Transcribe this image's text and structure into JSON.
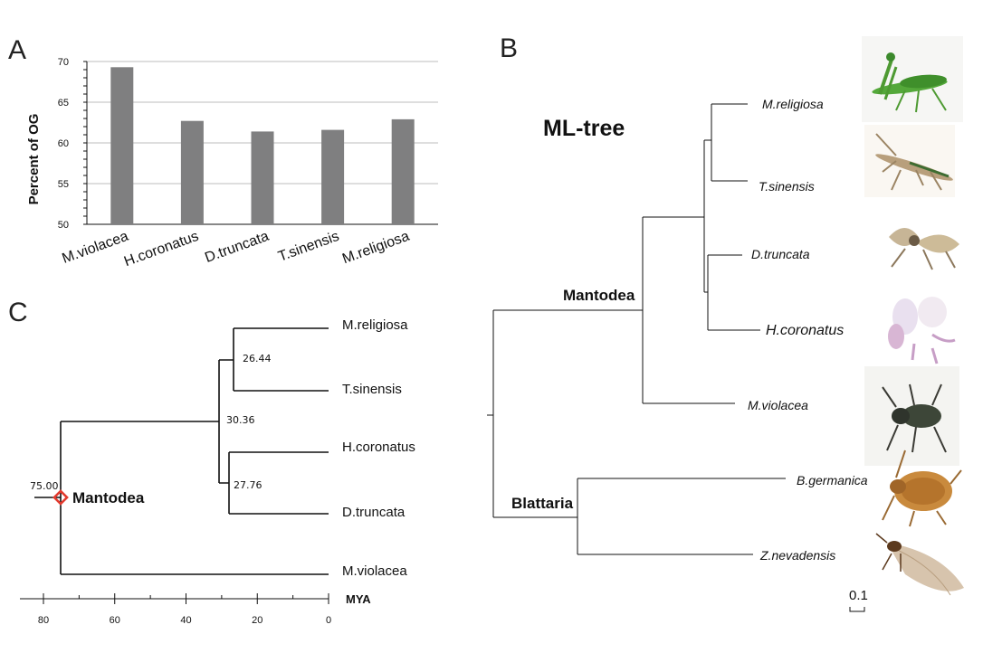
{
  "panels": {
    "a": "A",
    "b": "B",
    "c": "C"
  },
  "chart_data": [
    {
      "type": "bar",
      "panel": "A",
      "categories": [
        "M.violacea",
        "H.coronatus",
        "D.truncata",
        "T.sinensis",
        "M.religiosa"
      ],
      "values": [
        69.3,
        62.7,
        61.4,
        61.6,
        62.9
      ],
      "ylabel": "Percent of OG",
      "ylim": [
        50,
        70
      ],
      "yticks": [
        50,
        55,
        60,
        65,
        70
      ],
      "grid": true,
      "bar_color": "#7f7f80"
    },
    {
      "type": "tree",
      "panel": "C",
      "leaves": [
        "M.religiosa",
        "T.sinensis",
        "H.coronatus",
        "D.truncata",
        "M.violacea"
      ],
      "node_ages": {
        "root": "75.00",
        "core": "30.36",
        "religiosa_sinensis": "26.44",
        "coronatus_truncata": "27.76"
      },
      "clade_label": "Mantodea",
      "calibration_color": "#e23a2e",
      "axis_label": "MYA",
      "axis_ticks": [
        "80",
        "60",
        "40",
        "20",
        "0"
      ]
    },
    {
      "type": "tree",
      "panel": "B",
      "title": "ML-tree",
      "leaves": [
        "M.religiosa",
        "T.sinensis",
        "D.truncata",
        "H.coronatus",
        "M.violacea",
        "B.germanica",
        "Z.nevadensis"
      ],
      "clades": [
        "Mantodea",
        "Blattaria"
      ],
      "scale_label": "0.1"
    }
  ]
}
